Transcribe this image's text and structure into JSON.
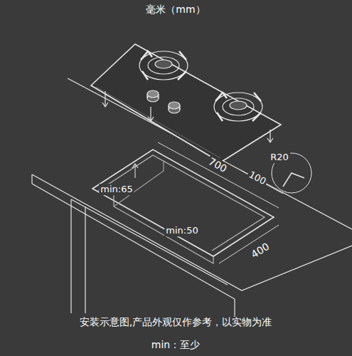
{
  "diagram": {
    "title": "毫米（mm）",
    "caption": "安装示意图,产品外观仅作参考，以实物为准",
    "labels": [
      "700",
      "100",
      "R20",
      "min:65",
      "min:50",
      "400",
      "min：至少"
    ]
  }
}
